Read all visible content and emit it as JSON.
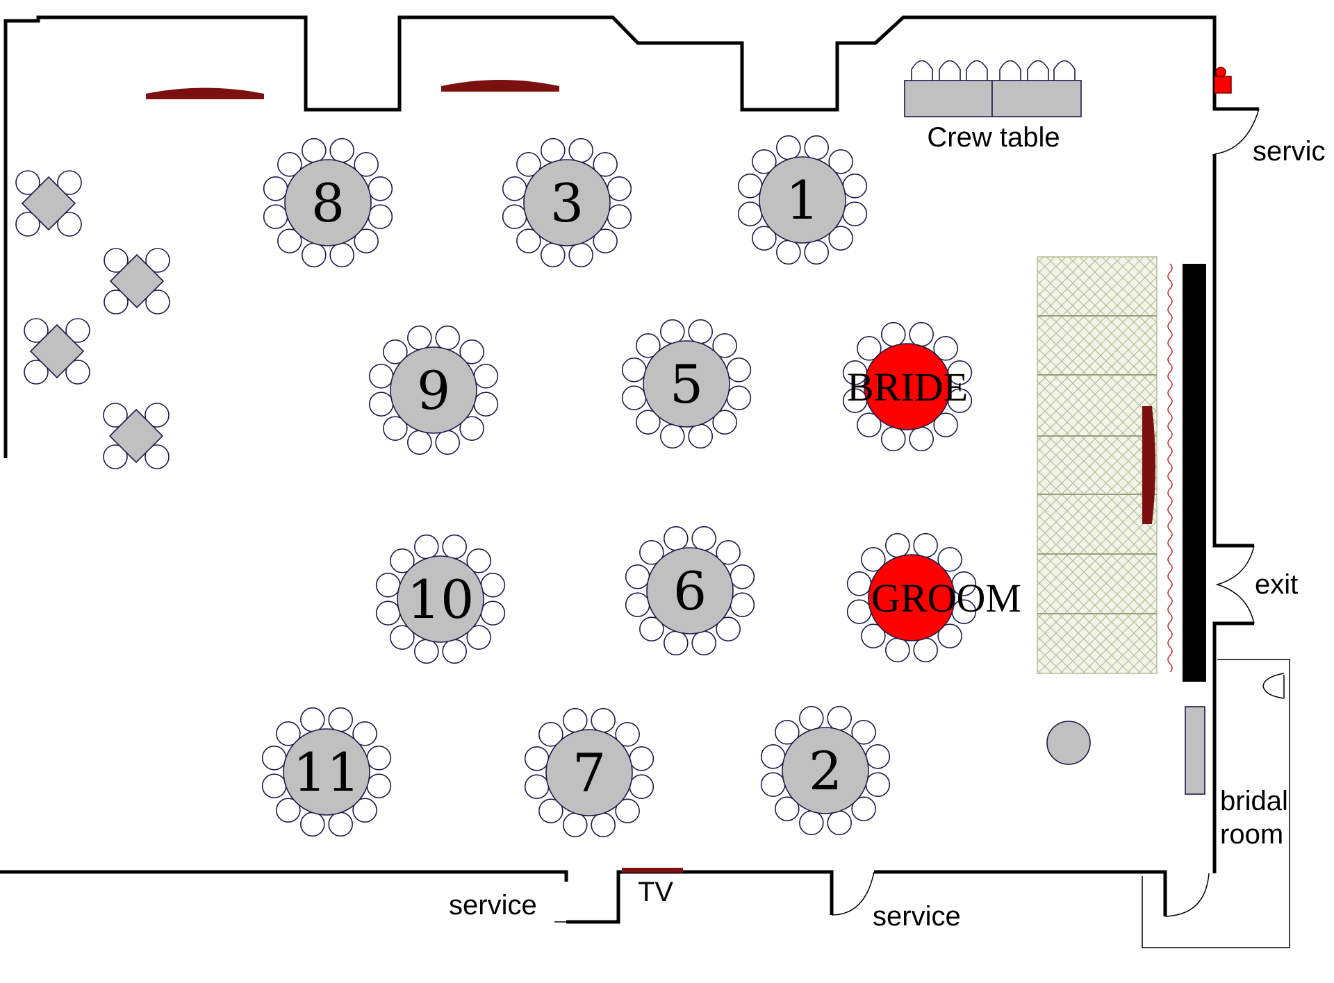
{
  "colors": {
    "table": "#c0c0c0",
    "vip_table": "#ff0000",
    "wall": "#000000",
    "accent": "#7a1010",
    "stage": "#e8eedd"
  },
  "tables": [
    {
      "id": "8",
      "label": "8"
    },
    {
      "id": "3",
      "label": "3"
    },
    {
      "id": "1",
      "label": "1"
    },
    {
      "id": "9",
      "label": "9"
    },
    {
      "id": "5",
      "label": "5"
    },
    {
      "id": "10",
      "label": "10"
    },
    {
      "id": "6",
      "label": "6"
    },
    {
      "id": "11",
      "label": "11"
    },
    {
      "id": "7",
      "label": "7"
    },
    {
      "id": "2",
      "label": "2"
    }
  ],
  "vip_tables": [
    {
      "id": "bride",
      "label": "BRIDE"
    },
    {
      "id": "groom",
      "label": "GROOM"
    }
  ],
  "labels": {
    "crew_table": "Crew table",
    "service_top_right": "servic",
    "exit": "exit",
    "bridal_line1": "bridal",
    "bridal_line2": "room",
    "service_bottom_left": "service",
    "tv": "TV",
    "service_bottom_right": "service"
  },
  "icons": {
    "round_table": "round-table-icon",
    "square_table": "square-table-icon",
    "chair": "chair-icon",
    "door": "door-icon",
    "fire_extinguisher": "fire-extinguisher-icon"
  }
}
